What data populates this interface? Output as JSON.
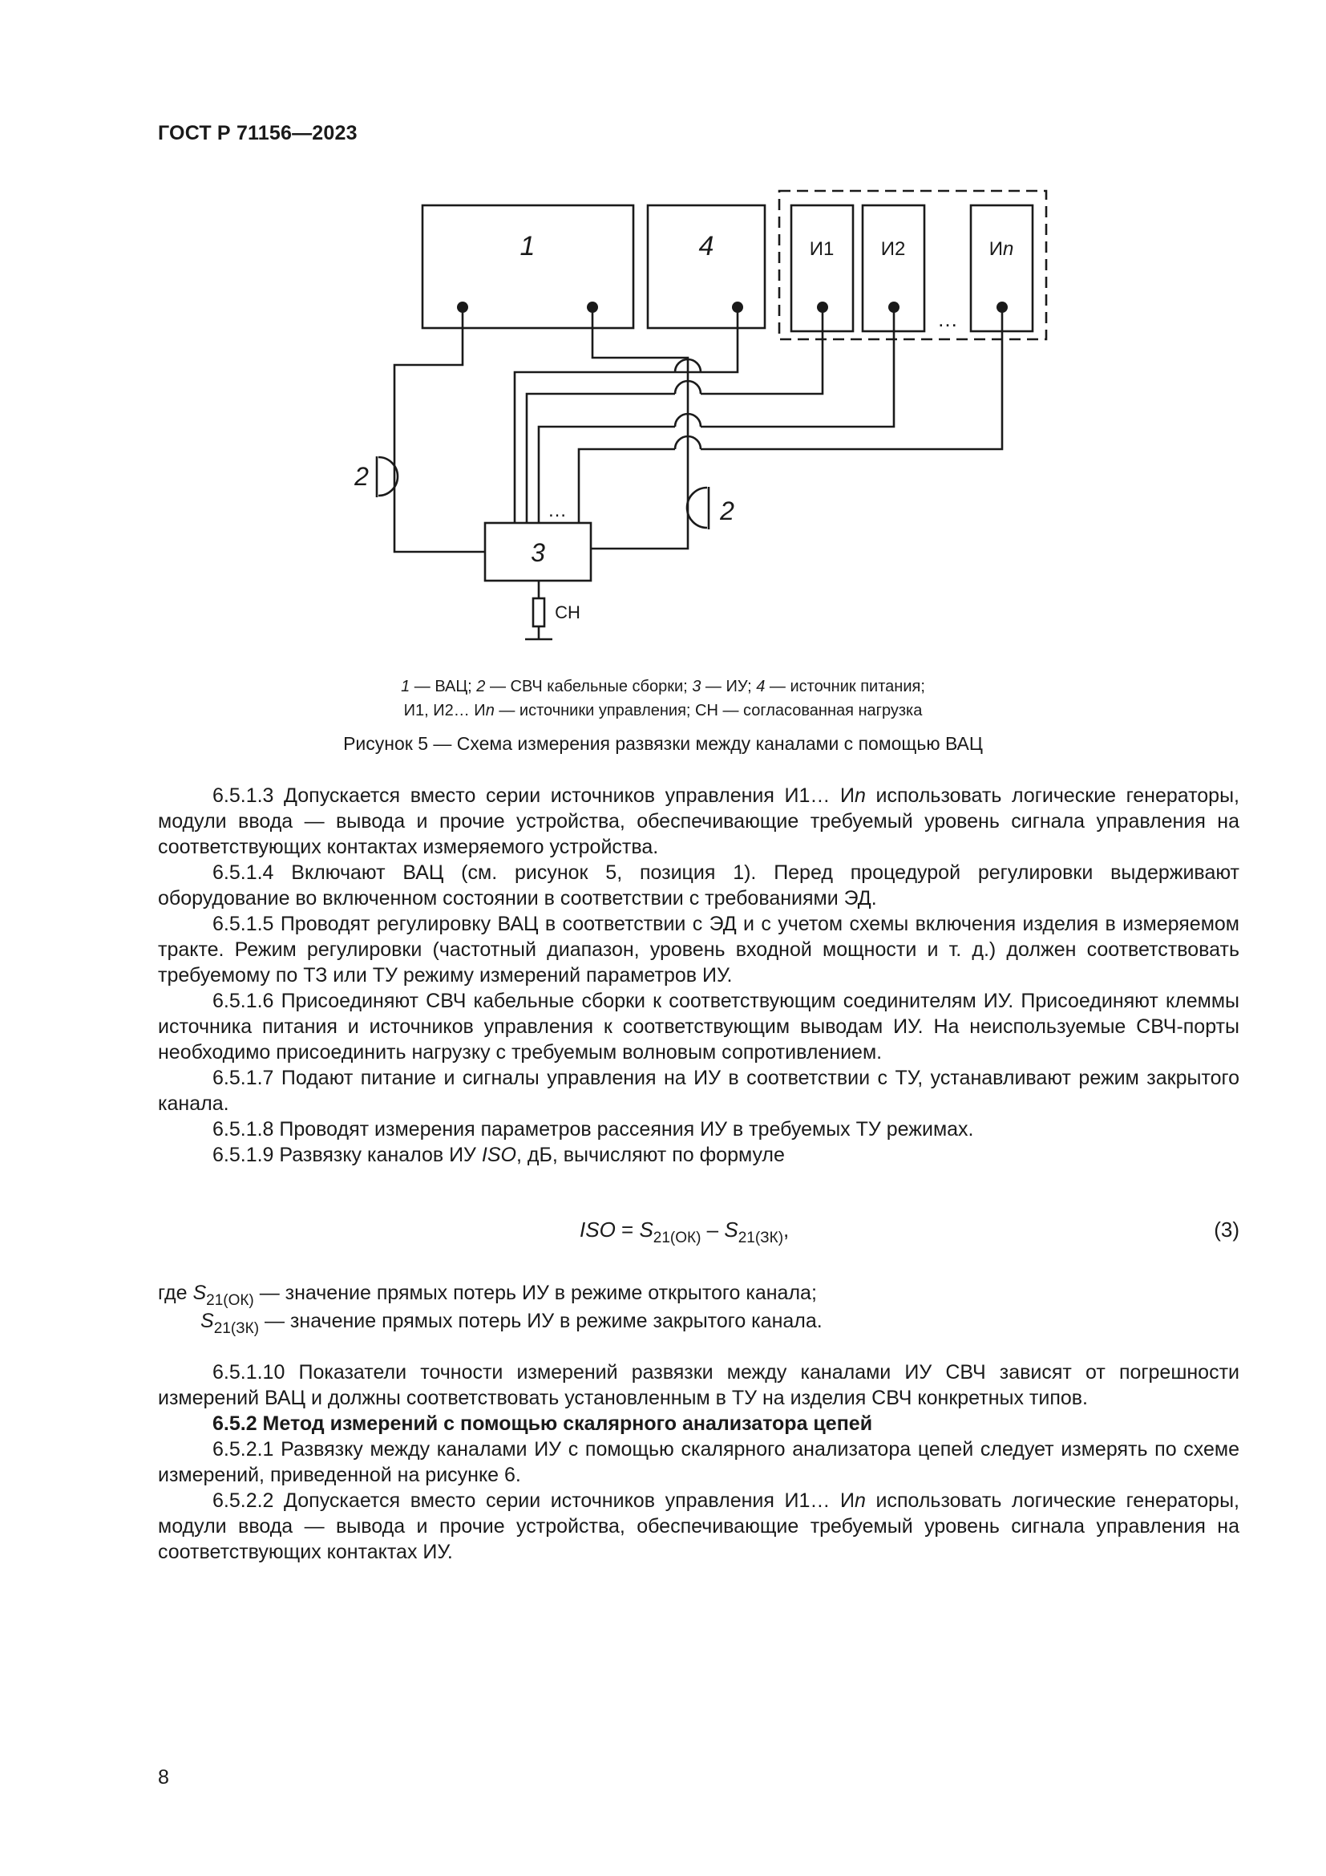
{
  "header": {
    "standard": "ГОСТ Р 71156—2023"
  },
  "figure": {
    "labels": {
      "block_1": "1",
      "block_4": "4",
      "src_1": "И1",
      "src_2": "И2",
      "src_n_prefix": "И",
      "src_n_suffix": "n",
      "dots": "…",
      "cable_left": "2",
      "cable_right": "2",
      "device": "3",
      "load": "СН"
    },
    "legend": {
      "line1": [
        {
          "num": "1",
          "text": " — ВАЦ; "
        },
        {
          "num": "2",
          "text": " — СВЧ кабельные сборки; "
        },
        {
          "num": "3",
          "text": " — ИУ; "
        },
        {
          "num": "4",
          "text": " — источник питания;"
        }
      ],
      "line2": {
        "prefix": "И1, И2… И",
        "n": "n",
        "rest": " — источники управления; СН — согласованная нагрузка"
      }
    },
    "caption": "Рисунок 5 — Схема измерения развязки между каналами с помощью ВАЦ"
  },
  "paragraphs_a": [
    {
      "parts": [
        {
          "t": "6.5.1.3 Допускается вместо серии источников управления И1… И"
        },
        {
          "t": "n",
          "i": true
        },
        {
          "t": " использовать логические генераторы, модули ввода — вывода и прочие устройства, обеспечивающие требуемый уровень сигнала управления на соответствующих контактах измеряемого устройства."
        }
      ]
    },
    {
      "parts": [
        {
          "t": "6.5.1.4 Включают ВАЦ (см. рисунок 5, позиция 1). Перед процедурой регулировки выдерживают оборудование во включенном состоянии в соответствии с требованиями ЭД."
        }
      ]
    },
    {
      "parts": [
        {
          "t": "6.5.1.5 Проводят регулировку ВАЦ в соответствии с ЭД и с учетом схемы включения изделия в измеряемом тракте. Режим регулировки (частотный диапазон, уровень входной мощности и т. д.) должен соответствовать требуемому по ТЗ или ТУ режиму измерений параметров ИУ."
        }
      ]
    },
    {
      "parts": [
        {
          "t": "6.5.1.6 Присоединяют СВЧ кабельные сборки к соответствующим соединителям ИУ. Присоединяют клеммы источника питания и источников управления к соответствующим выводам ИУ. На неиспользуемые СВЧ-порты необходимо присоединить нагрузку с требуемым волновым сопротивлением."
        }
      ]
    },
    {
      "parts": [
        {
          "t": "6.5.1.7 Подают питание и сигналы управления на ИУ в соответствии с ТУ, устанавливают режим закрытого канала."
        }
      ]
    },
    {
      "parts": [
        {
          "t": "6.5.1.8 Проводят измерения параметров рассеяния ИУ в требуемых ТУ режимах."
        }
      ]
    },
    {
      "parts": [
        {
          "t": "6.5.1.9 Развязку каналов ИУ "
        },
        {
          "t": "ISO",
          "i": true
        },
        {
          "t": ", дБ, вычисляют по формуле"
        }
      ]
    }
  ],
  "formula": {
    "lhs": "ISO",
    "eq": " = ",
    "s": "S",
    "sub1": "21(ОК)",
    "minus": " – ",
    "sub2": "21(ЗК)",
    "tail": ",",
    "number": "(3)"
  },
  "where": {
    "lead": "где ",
    "s": "S",
    "sub1": "21(ОК)",
    "text1": " — значение прямых потерь ИУ в режиме открытого канала;",
    "sub2": "21(ЗК)",
    "text2": " — значение прямых потерь ИУ в режиме закрытого канала."
  },
  "paragraphs_b": [
    {
      "parts": [
        {
          "t": "6.5.1.10 Показатели точности измерений развязки между каналами ИУ СВЧ зависят от погрешности измерений ВАЦ и должны соответствовать установленным в ТУ на изделия СВЧ конкретных типов."
        }
      ]
    },
    {
      "heading": true,
      "parts": [
        {
          "t": "6.5.2 Метод измерений с помощью скалярного анализатора цепей"
        }
      ]
    },
    {
      "parts": [
        {
          "t": "6.5.2.1 Развязку между каналами ИУ с помощью скалярного анализатора цепей следует измерять по схеме измерений, приведенной на рисунке 6."
        }
      ]
    },
    {
      "parts": [
        {
          "t": "6.5.2.2 Допускается вместо серии источников управления И1… И"
        },
        {
          "t": "n",
          "i": true
        },
        {
          "t": " использовать логические генераторы, модули ввода — вывода и прочие устройства, обеспечивающие требуемый уровень сигнала управления на соответствующих контактах ИУ."
        }
      ]
    }
  ],
  "page_number": "8"
}
